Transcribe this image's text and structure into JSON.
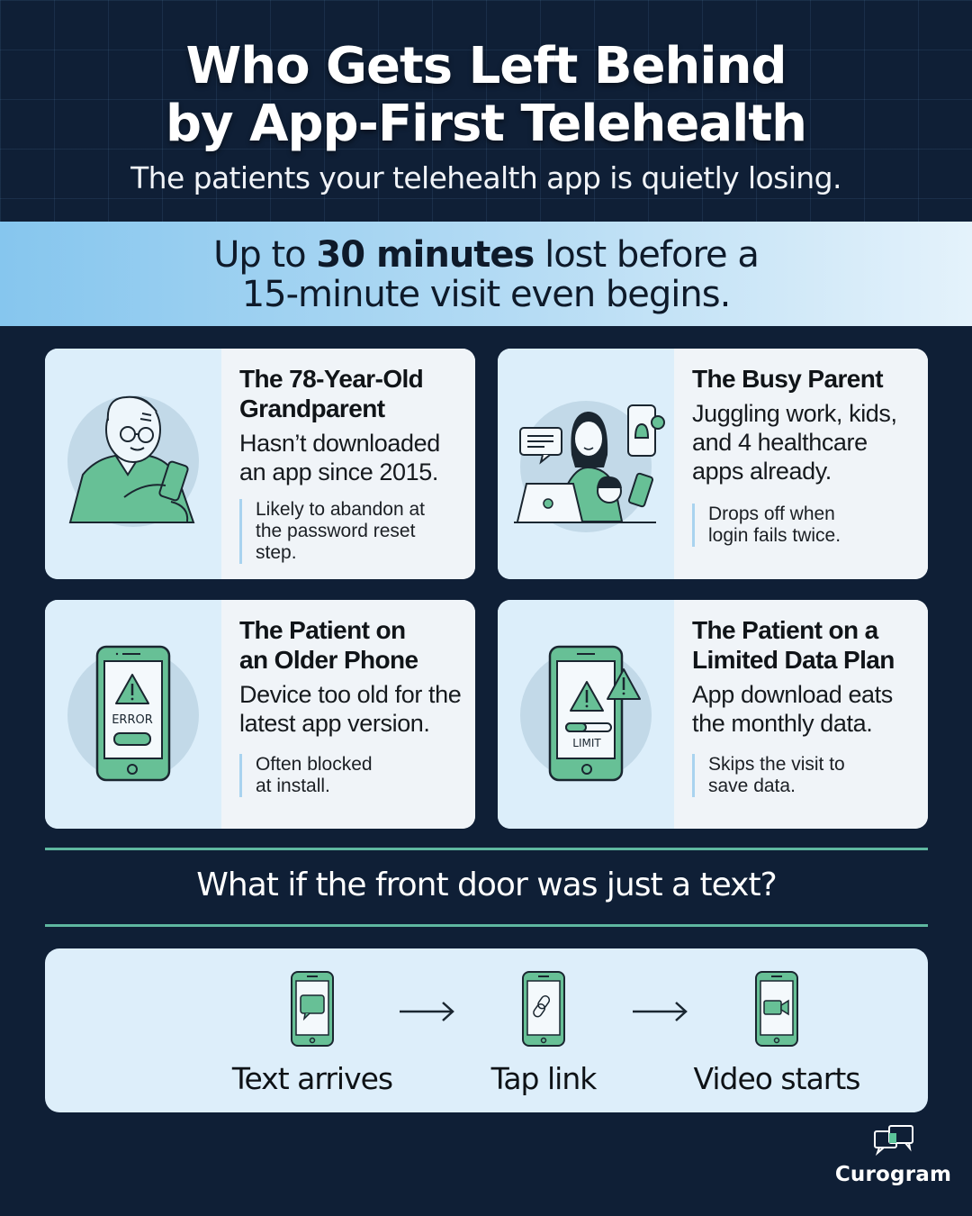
{
  "header": {
    "title_line1": "Who Gets Left Behind",
    "title_line2": "by App-First Telehealth",
    "subtitle": "The patients your telehealth app is quietly losing."
  },
  "banner": {
    "line1_pre": "Up to ",
    "line1_bold": "30 minutes",
    "line1_post": " lost before a",
    "line2": "15-minute visit even begins."
  },
  "personas": [
    {
      "icon": "grandparent-illustration",
      "name": "The 78-Year-Old Grandparent",
      "name_line1": "The 78-Year-Old",
      "name_line2": "Grandparent",
      "desc_line1": "Hasn’t downloaded",
      "desc_line2": "an app since 2015.",
      "note_line1": "Likely to abandon at",
      "note_line2": "the password reset",
      "note_line3": "step."
    },
    {
      "icon": "busy-parent-illustration",
      "name_line1": "The Busy Parent",
      "desc_line1": "Juggling work, kids,",
      "desc_line2": "and 4 healthcare",
      "desc_line3": "apps already.",
      "note_line1": "Drops off when",
      "note_line2": "login fails twice."
    },
    {
      "icon": "phone-error-icon",
      "icon_label": "ERROR",
      "name_line1": "The Patient on",
      "name_line2": "an Older Phone",
      "desc_line1": "Device too old for the",
      "desc_line2": "latest app version.",
      "note_line1": "Often blocked",
      "note_line2": "at install."
    },
    {
      "icon": "phone-data-limit-icon",
      "icon_label": "LIMIT",
      "name_line1": "The Patient on a",
      "name_line2": "Limited Data Plan",
      "desc_line1": "App download eats",
      "desc_line2": "the monthly data.",
      "note_line1": "Skips the visit to",
      "note_line2": "save data."
    }
  ],
  "question": "What if the front door was just a text?",
  "flow": {
    "steps": [
      {
        "icon": "phone-message-icon",
        "label": "Text arrives"
      },
      {
        "icon": "phone-link-icon",
        "label": "Tap link"
      },
      {
        "icon": "phone-video-icon",
        "label": "Video starts"
      }
    ],
    "arrow": "arrow-right-icon"
  },
  "brand": {
    "name": "Curogram",
    "icon": "chat-bubbles-icon"
  },
  "colors": {
    "background": "#0f1f36",
    "accent_green": "#5cc49a",
    "banner_light_blue": "#b6dcf4",
    "card_bg": "#f0f4f8",
    "rule_teal": "#5fb7a0"
  }
}
